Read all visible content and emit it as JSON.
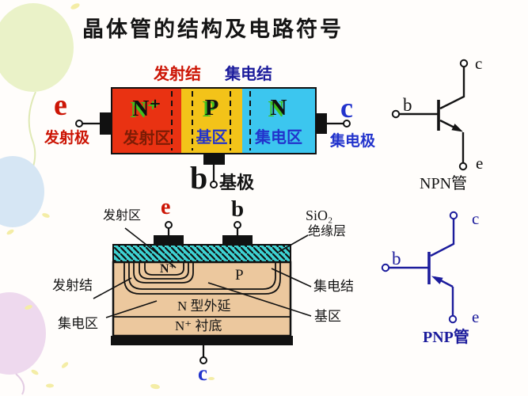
{
  "title": "晶体管的结构及电路符号",
  "bar_diagram": {
    "junction_labels": {
      "emitter": "发射结",
      "collector": "集电结"
    },
    "regions": [
      {
        "doping": "N⁺",
        "name": "发射区"
      },
      {
        "doping": "P",
        "name": "基区"
      },
      {
        "doping": "N",
        "name": "集电区"
      }
    ],
    "terminals": {
      "emitter": {
        "letter": "e",
        "name": "发射极"
      },
      "collector": {
        "letter": "c",
        "name": "集电极"
      },
      "base": {
        "letter": "b",
        "name": "基极"
      }
    }
  },
  "cross_section": {
    "labels": {
      "emitter_region": "发射区",
      "oxide_formula": "SiO₂",
      "oxide_name": "绝缘层",
      "emitter_junction": "发射结",
      "collector_region": "集电区",
      "collector_junction": "集电结",
      "base_region": "基区"
    },
    "inner_text": {
      "emitter_doping": "N⁺",
      "base_doping": "P",
      "epitaxial": "N 型外延",
      "substrate": "N⁺ 衬底"
    },
    "terminals": {
      "emitter": "e",
      "base": "b",
      "collector": "c"
    }
  },
  "symbols": {
    "npn": {
      "b": "b",
      "c": "c",
      "e": "e",
      "label": "NPN管"
    },
    "pnp": {
      "b": "b",
      "c": "c",
      "e": "e",
      "label": "PNP管"
    }
  },
  "colors": {
    "emitter_region": "#e93212",
    "base_region": "#f3c319",
    "collector_region": "#3cc6ef",
    "oxide_layer": "#3ed3d3",
    "body": "#ecc89e",
    "red_text": "#cc1505",
    "blue_text": "#2233cc",
    "npn_symbol": "#141414",
    "pnp_symbol": "#1c1c9c"
  }
}
